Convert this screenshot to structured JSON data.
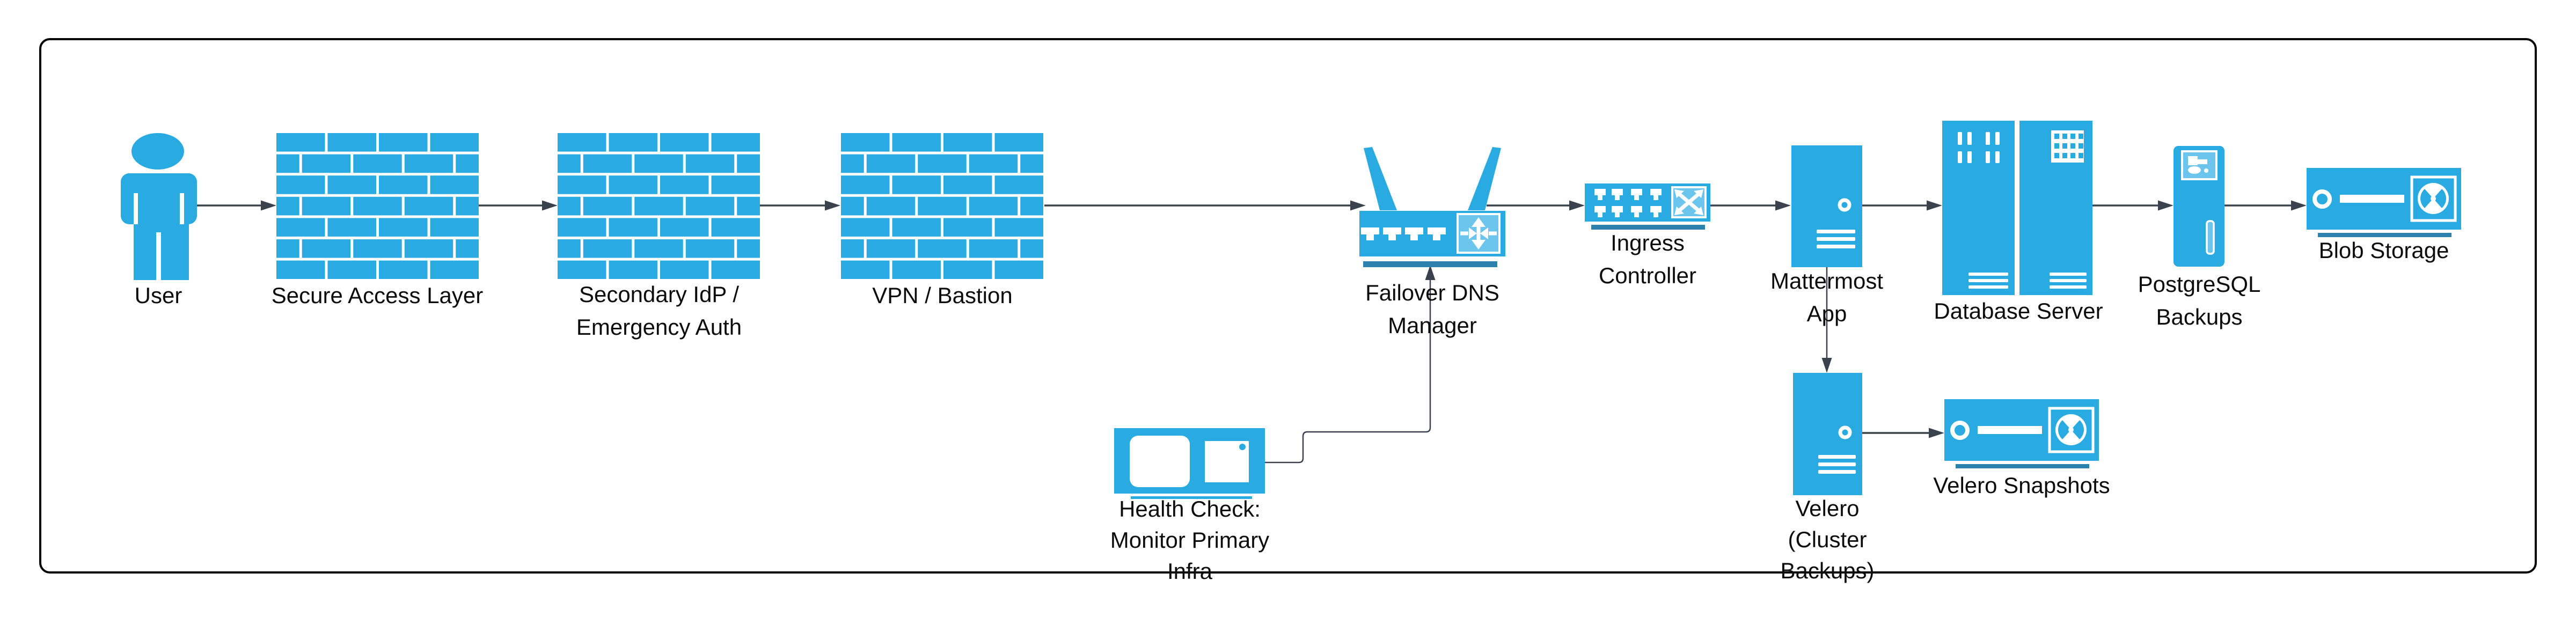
{
  "diagram": {
    "type": "infrastructure-flow-diagram",
    "colors": {
      "icon_blue": "#29abe2",
      "icon_blue_light": "#6bc5ec",
      "icon_shadow_blue": "#2d81ad",
      "connector": "#3a434d",
      "border": "#000000",
      "text": "#0c0c0c"
    },
    "nodes": {
      "user": {
        "label": "User",
        "icon": "person-icon"
      },
      "secure_access_layer": {
        "label": "Secure Access Layer",
        "icon": "firewall-icon"
      },
      "secondary_idp": {
        "label": "Secondary IdP /\nEmergency Auth",
        "icon": "firewall-icon"
      },
      "vpn_bastion": {
        "label": "VPN / Bastion",
        "icon": "firewall-icon"
      },
      "failover_dns": {
        "label": "Failover DNS\nManager",
        "icon": "wireless-router-icon"
      },
      "health_check": {
        "label": "Health Check:\nMonitor Primary\nInfra",
        "icon": "monitor-icon"
      },
      "ingress_controller": {
        "label": "Ingress\nController",
        "icon": "network-switch-icon"
      },
      "mattermost_app": {
        "label": "Mattermost\nApp",
        "icon": "server-tower-icon"
      },
      "database_server": {
        "label": "Database Server",
        "icon": "server-rack-icon"
      },
      "postgresql_backups": {
        "label": "PostgreSQL\nBackups",
        "icon": "tower-pc-icon"
      },
      "blob_storage": {
        "label": "Blob Storage",
        "icon": "tape-drive-icon"
      },
      "velero": {
        "label": "Velero\n(Cluster\nBackups)",
        "icon": "server-tower-icon"
      },
      "velero_snapshots": {
        "label": "Velero Snapshots",
        "icon": "tape-drive-icon"
      }
    },
    "edges": [
      {
        "from": "user",
        "to": "secure_access_layer"
      },
      {
        "from": "secure_access_layer",
        "to": "secondary_idp"
      },
      {
        "from": "secondary_idp",
        "to": "vpn_bastion"
      },
      {
        "from": "vpn_bastion",
        "to": "failover_dns"
      },
      {
        "from": "health_check",
        "to": "failover_dns"
      },
      {
        "from": "failover_dns",
        "to": "ingress_controller"
      },
      {
        "from": "ingress_controller",
        "to": "mattermost_app"
      },
      {
        "from": "mattermost_app",
        "to": "database_server"
      },
      {
        "from": "mattermost_app",
        "to": "velero"
      },
      {
        "from": "velero",
        "to": "velero_snapshots"
      },
      {
        "from": "database_server",
        "to": "postgresql_backups"
      },
      {
        "from": "postgresql_backups",
        "to": "blob_storage"
      }
    ]
  }
}
